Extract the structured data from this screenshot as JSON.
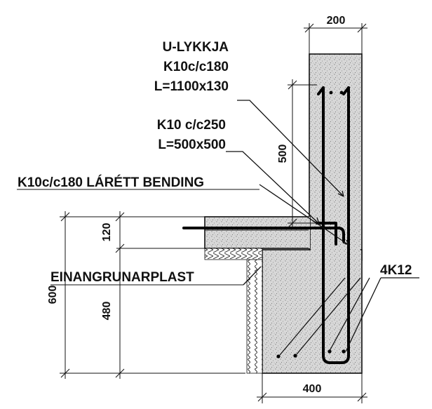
{
  "labels": {
    "u_loop": "U-LYKKJA",
    "u_loop_spacing": "K10c/c180",
    "u_loop_length": "L=1100x130",
    "bars_k10": "K10 c/c250",
    "bars_k10_length": "L=500x500",
    "horizontal_bend": "K10c/c180 LÁRÉTT BENDING",
    "insulation": "EINANGRUNARPLAST",
    "longitudinal_bars": "4K12"
  },
  "dimensions": {
    "wall_top_width": "200",
    "wall_bottom_width": "400",
    "lap_length": "500",
    "slab_thickness": "120",
    "total_height": "600",
    "lower_height": "480"
  },
  "colors": {
    "concrete_fill": "#d6d6d6",
    "line": "#111111",
    "rebar": "#000000",
    "background": "#ffffff"
  }
}
